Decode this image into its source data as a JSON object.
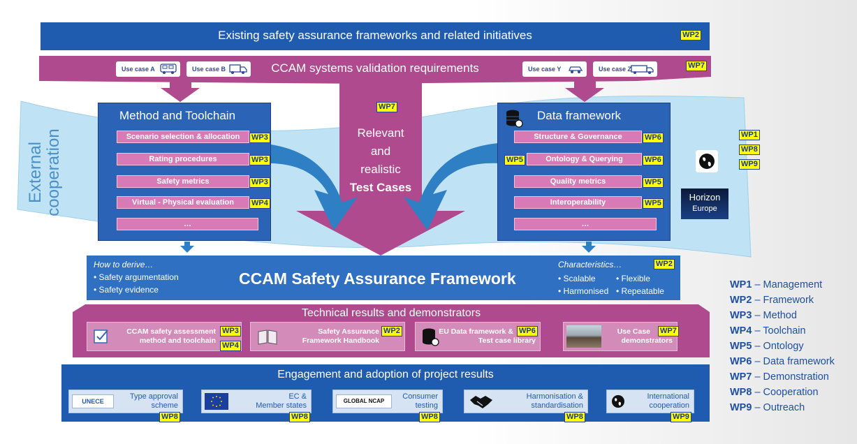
{
  "top_band": {
    "title": "Existing safety assurance frameworks and related initiatives",
    "wp": "WP2"
  },
  "validation_band": {
    "title": "CCAM systems validation requirements",
    "wp": "WP7",
    "use_cases": [
      {
        "label": "Use case A",
        "icon": "bus-icon"
      },
      {
        "label": "Use case B",
        "icon": "truck-icon"
      },
      {
        "label": "Use case Y",
        "icon": "car-icon"
      },
      {
        "label": "Use case Z",
        "icon": "lorry-icon"
      }
    ]
  },
  "external_cooperation": {
    "line1": "External",
    "line2": "cooperation"
  },
  "method_panel": {
    "title": "Method and Toolchain",
    "items": [
      {
        "label": "Scenario selection & allocation",
        "wp": "WP3"
      },
      {
        "label": "Rating procedures",
        "wp": "WP3"
      },
      {
        "label": "Safety metrics",
        "wp": "WP3"
      },
      {
        "label": "Virtual - Physical evaluation",
        "wp": "WP4"
      },
      {
        "label": "…"
      }
    ]
  },
  "test_cases": {
    "wp": "WP7",
    "line1": "Relevant",
    "line2": "and",
    "line3": "realistic",
    "line4": "Test Cases"
  },
  "data_panel": {
    "title": "Data framework",
    "items": [
      {
        "label": "Structure & Governance",
        "wp": "WP6"
      },
      {
        "label": "Ontology & Querying",
        "wp": "WP6",
        "wp_left": "WP5"
      },
      {
        "label": "Quality metrics",
        "wp": "WP5"
      },
      {
        "label": "Interoperability",
        "wp": "WP5"
      },
      {
        "label": "…"
      }
    ]
  },
  "external_wps": [
    "WP1",
    "WP8",
    "WP9"
  ],
  "horizon": {
    "line1": "Horizon",
    "line2": "Europe"
  },
  "saf": {
    "title": "CCAM Safety Assurance Framework",
    "how_label": "How to derive…",
    "how_items": [
      "Safety argumentation",
      "Safety evidence"
    ],
    "char_label": "Characteristics…",
    "char_wp": "WP2",
    "char_items": [
      "Scalable",
      "Flexible",
      "Harmonised",
      "Repeatable"
    ]
  },
  "technical": {
    "title": "Technical results and demonstrators",
    "cards": [
      {
        "line1": "CCAM safety assessment",
        "line2": "method and toolchain",
        "wps": [
          "WP3",
          "WP4"
        ],
        "icon": "checkbox-icon"
      },
      {
        "line1": "Safety Assurance",
        "line2": "Framework Handbook",
        "wps": [
          "WP2"
        ],
        "icon": "book-icon"
      },
      {
        "line1": "EU Data framework &",
        "line2": "Test case library",
        "wps": [
          "WP6"
        ],
        "icon": "database-icon"
      },
      {
        "line1": "Use Case",
        "line2": "demonstrators",
        "wps": [
          "WP7"
        ],
        "icon": "demonstrator-photo"
      }
    ]
  },
  "engagement": {
    "title": "Engagement and adoption of project results",
    "cards": [
      {
        "line1": "Type approval",
        "line2": "scheme",
        "wp": "WP8",
        "logo": "UNECE"
      },
      {
        "line1": "EC &",
        "line2": "Member states",
        "wp": "WP8",
        "logo": "eu-flag"
      },
      {
        "line1": "Consumer",
        "line2": "testing",
        "wp": "WP8",
        "logo": "GLOBAL NCAP"
      },
      {
        "line1": "Harmonisation &",
        "line2": "standardisation",
        "wp": "WP8",
        "logo": "handshake-icon"
      },
      {
        "line1": "International",
        "line2": "cooperation",
        "wp": "WP9",
        "logo": "globe-icon"
      }
    ]
  },
  "legend": [
    {
      "wp": "WP1",
      "name": "Management"
    },
    {
      "wp": "WP2",
      "name": "Framework"
    },
    {
      "wp": "WP3",
      "name": "Method"
    },
    {
      "wp": "WP4",
      "name": "Toolchain"
    },
    {
      "wp": "WP5",
      "name": "Ontology"
    },
    {
      "wp": "WP6",
      "name": "Data framework"
    },
    {
      "wp": "WP7",
      "name": "Demonstration"
    },
    {
      "wp": "WP8",
      "name": "Cooperation"
    },
    {
      "wp": "WP9",
      "name": "Outreach"
    }
  ],
  "colors": {
    "blue": "#1f5cb0",
    "magenta": "#b04a8e",
    "light_blue_wave": "#bfe3f5",
    "wp_tag": "#ffff00"
  }
}
